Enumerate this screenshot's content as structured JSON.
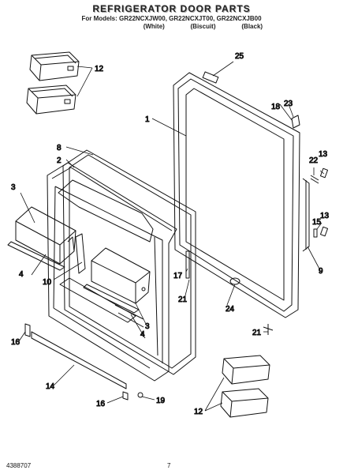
{
  "header": {
    "title": "REFRIGERATOR DOOR PARTS",
    "models_label": "For Models: GR22NCXJW00, GR22NCXJT00, GR22NCXJB00",
    "color_labels": [
      "(White)",
      "(Biscuit)",
      "(Black)"
    ]
  },
  "callouts": {
    "n1": "1",
    "n2": "2",
    "n3a": "3",
    "n3b": "3",
    "n4a": "4",
    "n4b": "4",
    "n8": "8",
    "n9": "9",
    "n10": "10",
    "n12a": "12",
    "n12b": "12",
    "n13a": "13",
    "n13b": "13",
    "n14": "14",
    "n15": "15",
    "n16a": "16",
    "n16b": "16",
    "n17": "17",
    "n18": "18",
    "n19": "19",
    "n21a": "21",
    "n21b": "21",
    "n22": "22",
    "n23": "23",
    "n24": "24",
    "n25": "25"
  },
  "footer": {
    "part_number": "4388707",
    "page_number": "7"
  }
}
